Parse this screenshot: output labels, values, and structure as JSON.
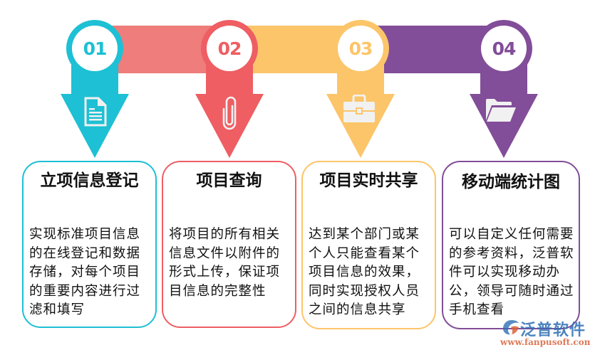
{
  "colors": {
    "step1": "#1DC0D4",
    "step2": "#EE5E63",
    "step2_band": "#EE7D7B",
    "step3": "#FCC56A",
    "step4": "#824D99",
    "icon_fill": "#F1F1F1"
  },
  "steps": [
    {
      "number": "01",
      "icon": "document-icon",
      "title": "立项信息登记",
      "description": "实现标准项目信息的在线登记和数据存储，对每个项目的重要内容进行过滤和填写"
    },
    {
      "number": "02",
      "icon": "paperclip-icon",
      "title": "项目查询",
      "description": "将项目的所有相关信息文件以附件的形式上传，保证项目信息的完整性"
    },
    {
      "number": "03",
      "icon": "briefcase-icon",
      "title": "项目实时共享",
      "description": "达到某个部门或某个人只能查看某个项目信息的效果，同时实现授权人员之间的信息共享"
    },
    {
      "number": "04",
      "icon": "folder-open-icon",
      "title": "移动端统计图",
      "description": "可以自定义任何需要的参考资料，泛普软件可以实现移动办公，领导可随时通过手机查看"
    }
  ],
  "watermark": {
    "brand": "泛普软件",
    "url": "www.fanpusoft.com"
  }
}
